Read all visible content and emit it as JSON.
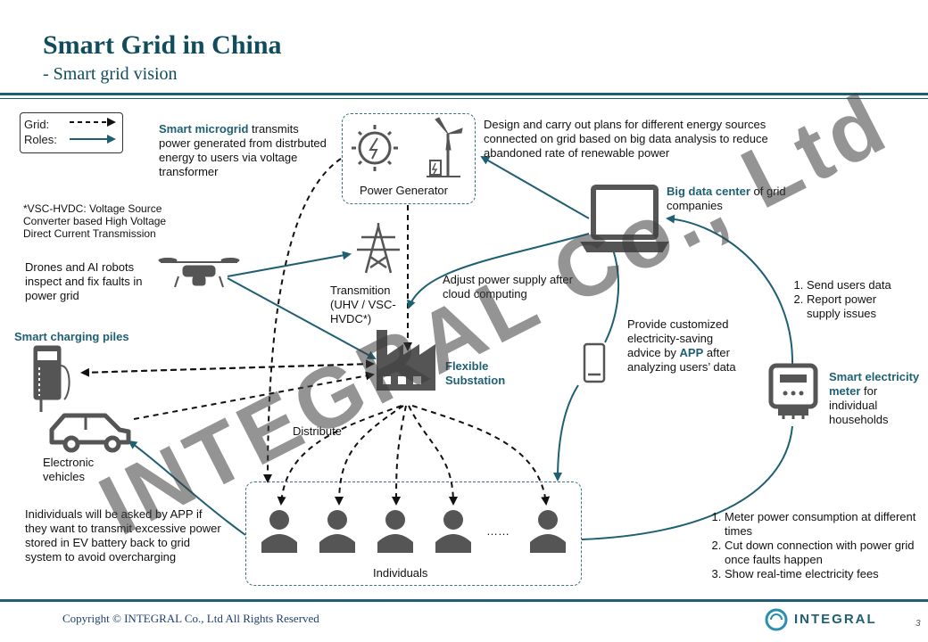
{
  "header": {
    "title": "Smart Grid in China",
    "subtitle": "- Smart grid vision"
  },
  "legend": {
    "grid_label": "Grid:",
    "roles_label": "Roles:"
  },
  "nodes": {
    "power_generator": "Power Generator",
    "transmission": "Transmition (UHV / VSC-HVDC*)",
    "substation_bold": "Flexible Substation",
    "charging_piles": "Smart charging piles",
    "ev": "Electronic vehicles",
    "individuals": "Individuals",
    "ellipsis": "……",
    "big_data_bold": "Big data center",
    "big_data_rest": " of grid companies",
    "meter_bold": "Smart electricity meter",
    "meter_rest": " for individual households"
  },
  "annotations": {
    "microgrid_bold": "Smart microgrid",
    "microgrid_rest": " transmits power generated from distrbuted energy to users via voltage transformer",
    "vsc_note": "*VSC-HVDC: Voltage Source Converter based High Voltage Direct Current Transmission",
    "drones": "Drones and AI robots inspect and fix faults in power grid",
    "design": "Design and carry out plans for different energy sources connected on grid based on big data analysis to reduce abandoned rate of renewable power",
    "adjust": "Adjust power supply after cloud computing",
    "app_pre": "Provide customized electricity-saving advice by ",
    "app_bold": "APP",
    "app_post": " after analyzing users’ data",
    "distribute": "Distribute",
    "ev_note": "Inidividuals will be asked by APP if they want to transmit excessive power stored in EV battery back to grid system to avoid overcharging",
    "meter_list": [
      "Send users data",
      "Report power supply issues"
    ],
    "consumption_list": [
      "Meter power consumption at different times",
      "Cut down connection with power grid once faults happen",
      "Show real-time electricity fees"
    ]
  },
  "watermark": "INTEGRAL Co., Ltd",
  "footer": {
    "copyright": "Copyright © INTEGRAL Co., Ltd All Rights Reserved",
    "logo": "INTEGRAL",
    "page": "3"
  },
  "colors": {
    "accent": "#1f5f73",
    "icon": "#555555"
  }
}
